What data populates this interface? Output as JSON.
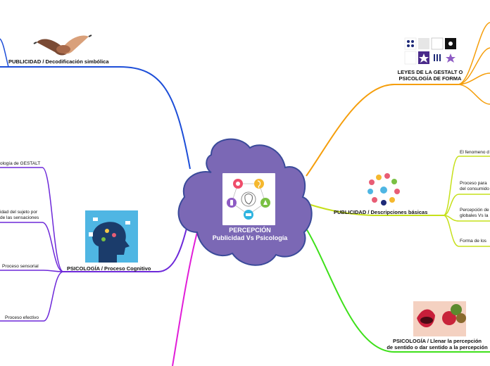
{
  "central": {
    "title": "PERCEPCIÓN",
    "subtitle": "Publicidad Vs Psicología"
  },
  "branches": {
    "publicidad_simbolica": "PUBLICIDAD / Decodificación simbólica",
    "psicologia_cognitivo": "PSICOLOGÍA / Proceso Cognitivo",
    "leyes_gestalt_1": "LEYES DE LA GESTALT O",
    "leyes_gestalt_2": "PSICOLOGÍA DE FORMA",
    "publicidad_basicas": "PUBLICIDAD / Descripciones básicas",
    "psicologia_llenar_1": "PSICOLOGÍA / Llenar la percepción",
    "psicologia_llenar_2": "de sentido o dar sentido a la percepción"
  },
  "left_subtopics": {
    "gestalt": "ología de GESTALT",
    "capacidad_1": "idad del sujeto por",
    "capacidad_2": "de las sensaciones",
    "sensorial": "Proceso sensorial",
    "efectivo": "Proceso efectivo"
  },
  "right_subtopics": {
    "fenomeno": "El fenomeno d",
    "proceso_1": "Proceso para",
    "proceso_2": "del consumido",
    "percepcion_1": "Percepción de",
    "percepcion_2": "globales Vs la",
    "forma": "Forma de los"
  },
  "colors": {
    "cloud_fill": "#7b68b5",
    "cloud_stroke": "#3a4a9a",
    "blue": "#1d4ed8",
    "purple": "#6d28d9",
    "orange": "#f59e0b",
    "yellow_green": "#c6e01a",
    "green": "#3ee01a",
    "magenta": "#e11dd8"
  }
}
